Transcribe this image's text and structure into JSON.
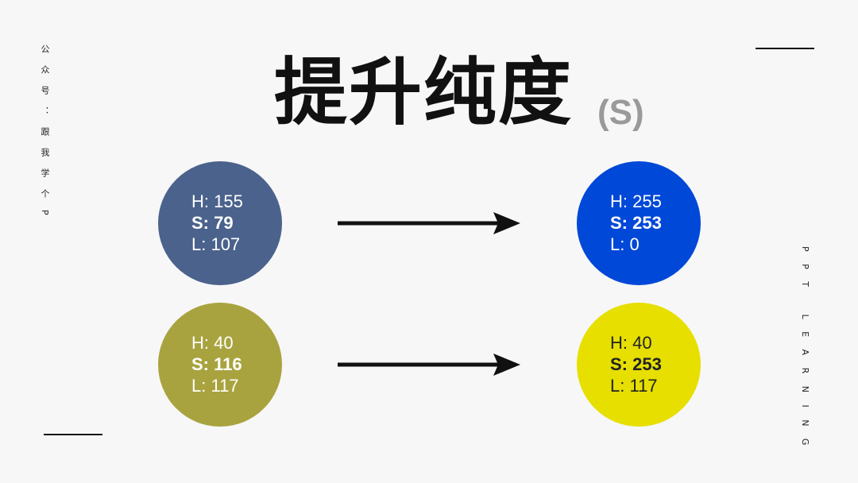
{
  "title": {
    "main": "提升纯度",
    "sub": "(S)"
  },
  "side_left": "公众号：跟我学个P",
  "side_right": "PPT LEARNING",
  "colors": {
    "background": "#f7f7f7",
    "blue_before": "#4b628c",
    "blue_after": "#0048d8",
    "olive_before": "#a8a33e",
    "yellow_after": "#e6df00",
    "title_text": "#111111",
    "sub_text": "#9a9a9a"
  },
  "rows": [
    {
      "before": {
        "h": "H: 155",
        "s": "S: 79",
        "l": "L: 107",
        "color": "#4b628c"
      },
      "after": {
        "h": "H: 255",
        "s": "S: 253",
        "l": "L: 0",
        "color": "#0048d8"
      }
    },
    {
      "before": {
        "h": "H: 40",
        "s": "S: 116",
        "l": "L: 117",
        "color": "#a8a33e"
      },
      "after": {
        "h": "H: 40",
        "s": "S: 253",
        "l": "L: 117",
        "color": "#e6df00"
      }
    }
  ]
}
